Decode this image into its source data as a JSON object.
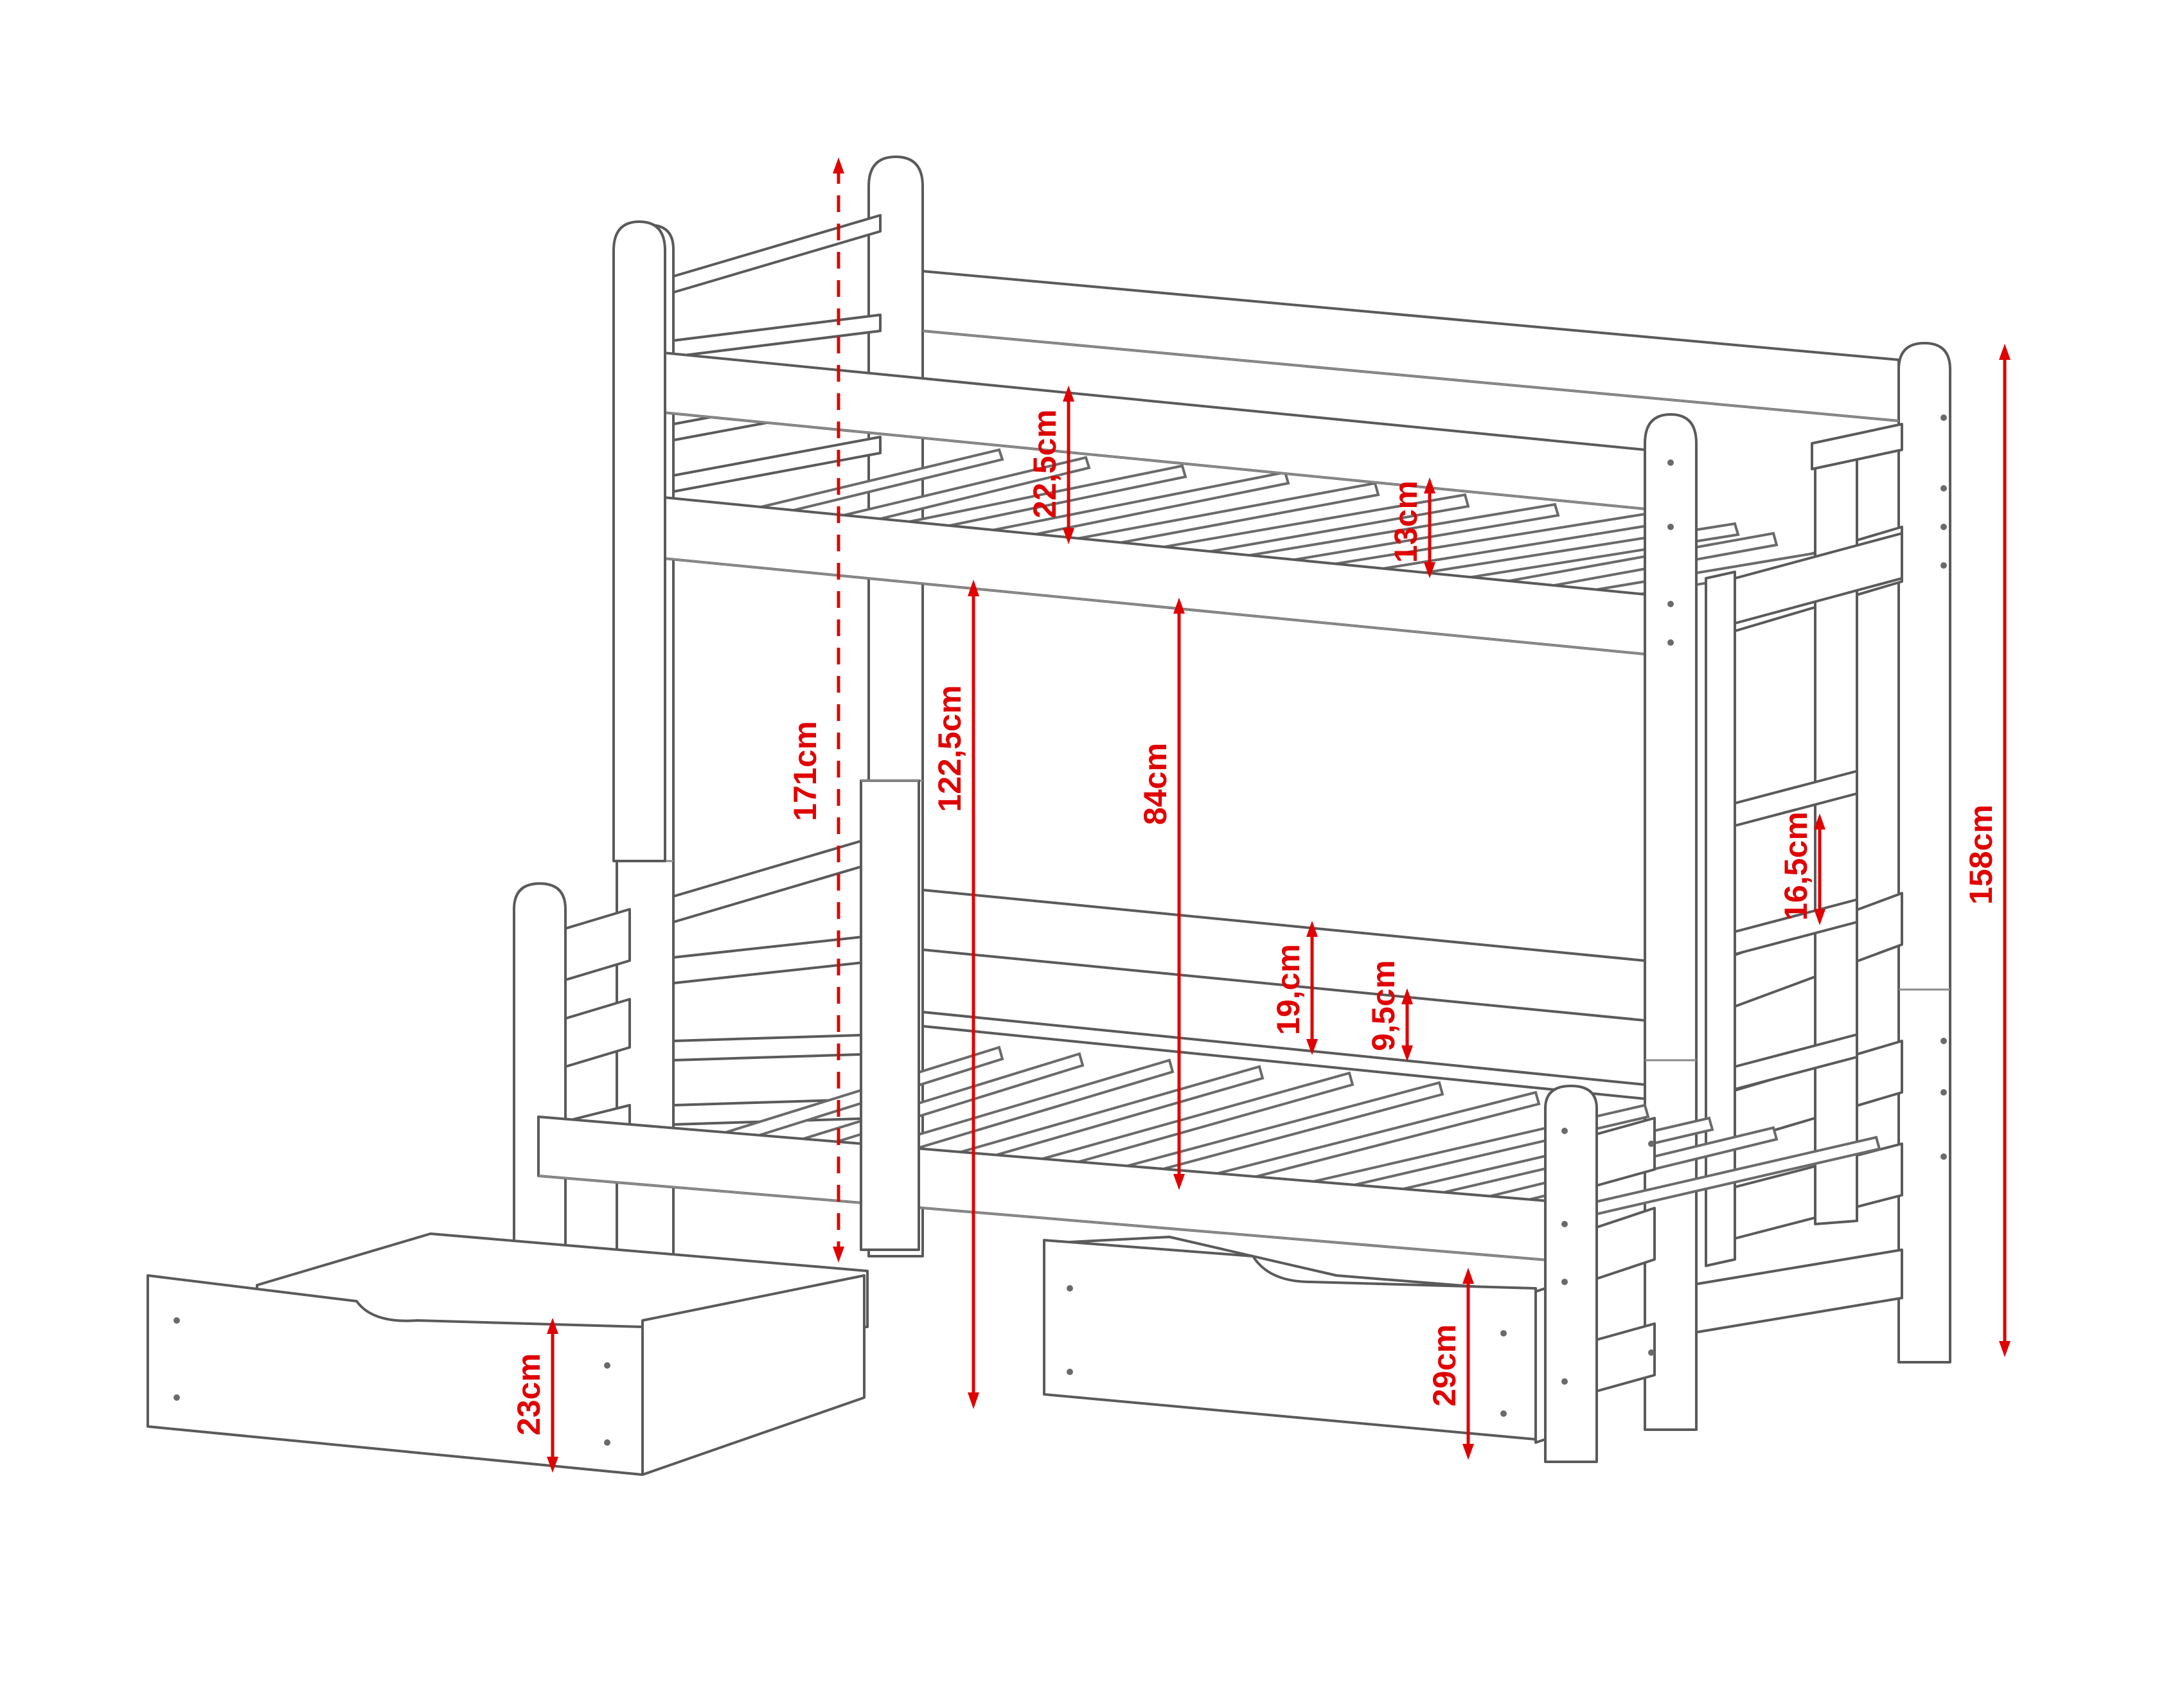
{
  "diagram": {
    "subject": "bunk bed with two drawers",
    "dimensions": {
      "total_height_ladder": "171cm",
      "upper_bed_height": "122,5cm",
      "clearance": "84cm",
      "upper_rail": "22,5cm",
      "upper_mattress": "13cm",
      "ladder_step": "16,5cm",
      "lower_rail": "19,cm",
      "lower_mattress": "9,5cm",
      "drawer_left": "23cm",
      "drawer_right": "29cm",
      "total_height": "158cm"
    },
    "colors": {
      "dimension": "#e00000",
      "outline": "#5a5a5a",
      "background": "#ffffff"
    }
  }
}
